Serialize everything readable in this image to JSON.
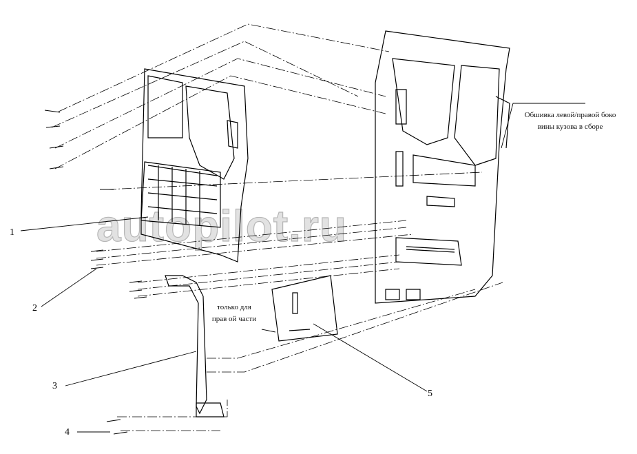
{
  "callouts": [
    "1",
    "2",
    "3",
    "4",
    "5"
  ],
  "notes": {
    "body_side": "Обшивка левой/правой боко вины кузова в сборе",
    "right_only": "только для прав ой части"
  },
  "watermark": "autopilot.ru"
}
